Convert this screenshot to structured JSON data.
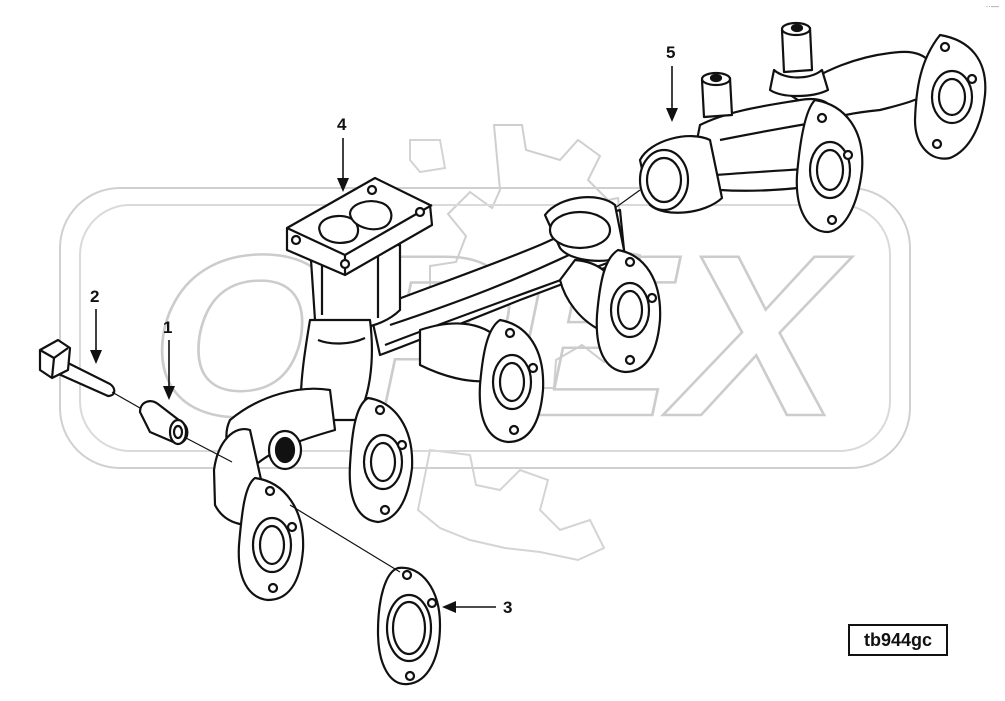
{
  "diagram": {
    "reference_code": "tb944gc",
    "watermark": "OPEX",
    "corner_mark": "··—",
    "callouts": [
      {
        "id": "1",
        "label": "1"
      },
      {
        "id": "2",
        "label": "2"
      },
      {
        "id": "3",
        "label": "3"
      },
      {
        "id": "4",
        "label": "4"
      },
      {
        "id": "5",
        "label": "5"
      }
    ],
    "parts": [
      {
        "callout": "1",
        "part": "spacer-sleeve"
      },
      {
        "callout": "2",
        "part": "bolt"
      },
      {
        "callout": "3",
        "part": "gasket"
      },
      {
        "callout": "4",
        "part": "exhaust-manifold-front"
      },
      {
        "callout": "5",
        "part": "exhaust-manifold-rear"
      }
    ]
  }
}
